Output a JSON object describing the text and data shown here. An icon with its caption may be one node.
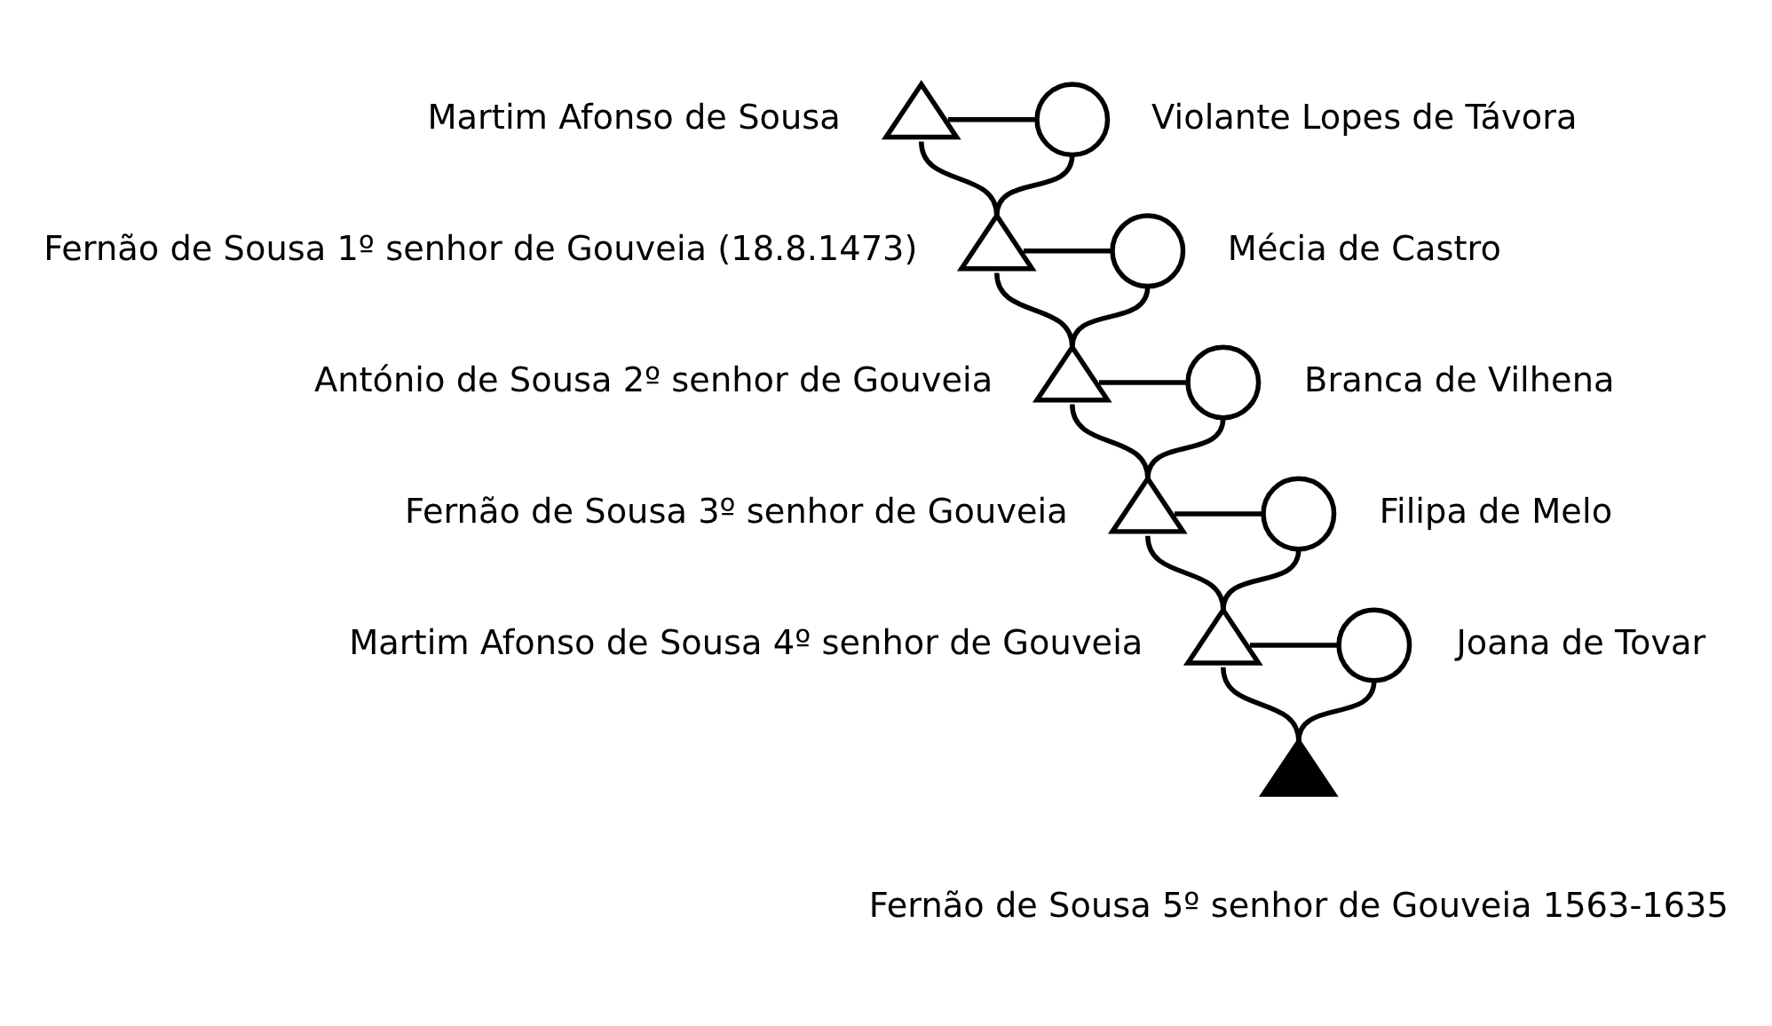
{
  "diagram": {
    "nodes": [
      {
        "text": [],
        "shape": "triangle",
        "beside": [
          "Martim Afonso de Sousa"
        ]
      },
      {
        "text": [],
        "shape": "circle",
        "beside": [
          "Violante Lopes de Távora"
        ]
      },
      {
        "text": [],
        "shape": "triangle",
        "beside": [
          "Fernão de Sousa 1º senhor de Gouveia (18.8.1473)"
        ]
      },
      {
        "text": [],
        "shape": "circle",
        "beside": [
          "Mécia de Castro"
        ]
      },
      {
        "text": [],
        "shape": "triangle",
        "beside": [
          "António de Sousa 2º senhor de Gouveia"
        ]
      },
      {
        "text": [],
        "shape": "circle",
        "beside": [
          "Branca de Vilhena"
        ]
      },
      {
        "text": [],
        "shape": "triangle",
        "beside": [
          "Fernão de Sousa 3º senhor de Gouveia"
        ]
      },
      {
        "text": [],
        "shape": "circle",
        "beside": [
          "Filipa de Melo"
        ]
      },
      {
        "text": [],
        "shape": "triangle",
        "beside": [
          "Martim Afonso de Sousa 4º senhor de Gouveia"
        ]
      },
      {
        "text": [],
        "shape": "circle",
        "beside": [
          "Joana de Tovar"
        ]
      },
      {
        "text": [],
        "shape": "triangle",
        "beside": [
          "Fernão de Sousa 5º senhor de Gouveia 1563-1635"
        ]
      }
    ],
    "edges": [
      {
        "from": 0,
        "to": 1,
        "arrow": "none"
      },
      {
        "from": 0,
        "to": 2,
        "arrow": "none"
      },
      {
        "from": 1,
        "to": 2,
        "arrow": "none"
      },
      {
        "from": 2,
        "to": 3,
        "arrow": "none"
      },
      {
        "from": 2,
        "to": 4,
        "arrow": "none"
      },
      {
        "from": 3,
        "to": 4,
        "arrow": "none"
      },
      {
        "from": 4,
        "to": 5,
        "arrow": "none"
      },
      {
        "from": 4,
        "to": 6,
        "arrow": "none"
      },
      {
        "from": 5,
        "to": 6,
        "arrow": "none"
      },
      {
        "from": 6,
        "to": 7,
        "arrow": "none"
      },
      {
        "from": 6,
        "to": 8,
        "arrow": "none"
      },
      {
        "from": 7,
        "to": 8,
        "arrow": "none"
      },
      {
        "from": 8,
        "to": 9,
        "arrow": "none"
      },
      {
        "from": 8,
        "to": 10,
        "arrow": "none"
      },
      {
        "from": 9,
        "to": 10,
        "arrow": "none"
      }
    ]
  }
}
